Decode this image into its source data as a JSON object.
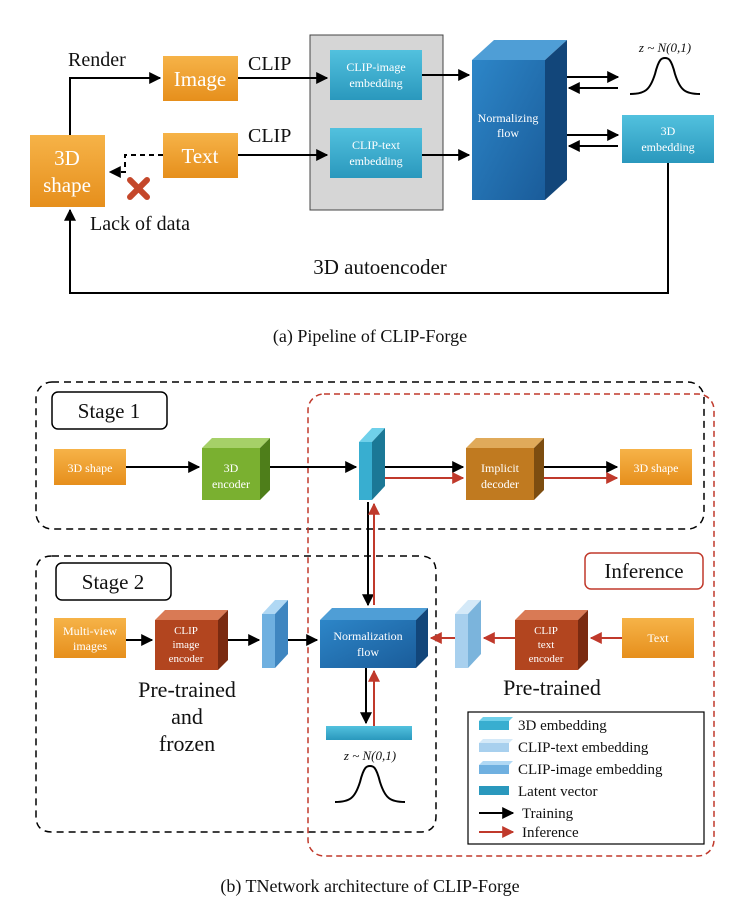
{
  "figure_a": {
    "caption": "(a)  Pipeline of CLIP-Forge",
    "render_label": "Render",
    "clip_label_1": "CLIP",
    "clip_label_2": "CLIP",
    "image_box": "Image",
    "text_box": "Text",
    "shape_box_line1": "3D",
    "shape_box_line2": "shape",
    "clip_image_emb_line1": "CLIP-image",
    "clip_image_emb_line2": "embedding",
    "clip_text_emb_line1": "CLIP-text",
    "clip_text_emb_line2": "embedding",
    "nf_line1": "Normalizing",
    "nf_line2": "flow",
    "emb3d_line1": "3D",
    "emb3d_line2": "embedding",
    "z_label": "z ~ N(0,1)",
    "lack_of_data": "Lack of data",
    "autoencoder": "3D autoencoder"
  },
  "figure_b": {
    "caption": "(b)  TNetwork architecture of CLIP-Forge",
    "stage1": "Stage 1",
    "stage2": "Stage 2",
    "inference": "Inference",
    "shape_in": "3D shape",
    "encoder_line1": "3D",
    "encoder_line2": "encoder",
    "implicit_line1": "Implicit",
    "implicit_line2": "decoder",
    "shape_out": "3D shape",
    "multiview_line1": "Multi-view",
    "multiview_line2": "images",
    "clip_img_enc_line1": "CLIP",
    "clip_img_enc_line2": "image",
    "clip_img_enc_line3": "encoder",
    "norm_flow_line1": "Normalization",
    "norm_flow_line2": "flow",
    "clip_txt_enc_line1": "CLIP",
    "clip_txt_enc_line2": "text",
    "clip_txt_enc_line3": "encoder",
    "text_in": "Text",
    "pretrained_frozen_line1": "Pre-trained",
    "pretrained_frozen_line2": "and",
    "pretrained_frozen_line3": "frozen",
    "pretrained": "Pre-trained",
    "z_label": "z ~ N(0,1)",
    "legend": {
      "emb3d": "3D embedding",
      "clip_text": "CLIP-text embedding",
      "clip_image": "CLIP-image embedding",
      "latent": "Latent vector",
      "training": "Training",
      "inference": "Inference"
    }
  },
  "colors": {
    "orange": "#f0a030",
    "cyan": "#3ab0d0",
    "dark_blue": "#1f6fb0",
    "green": "#7ab030",
    "brown": "#c07a20",
    "red_brown": "#b2451f",
    "light_blue": "#a8d0ee",
    "inference_red": "#c0392b",
    "gray_panel": "#d6d6d6"
  }
}
